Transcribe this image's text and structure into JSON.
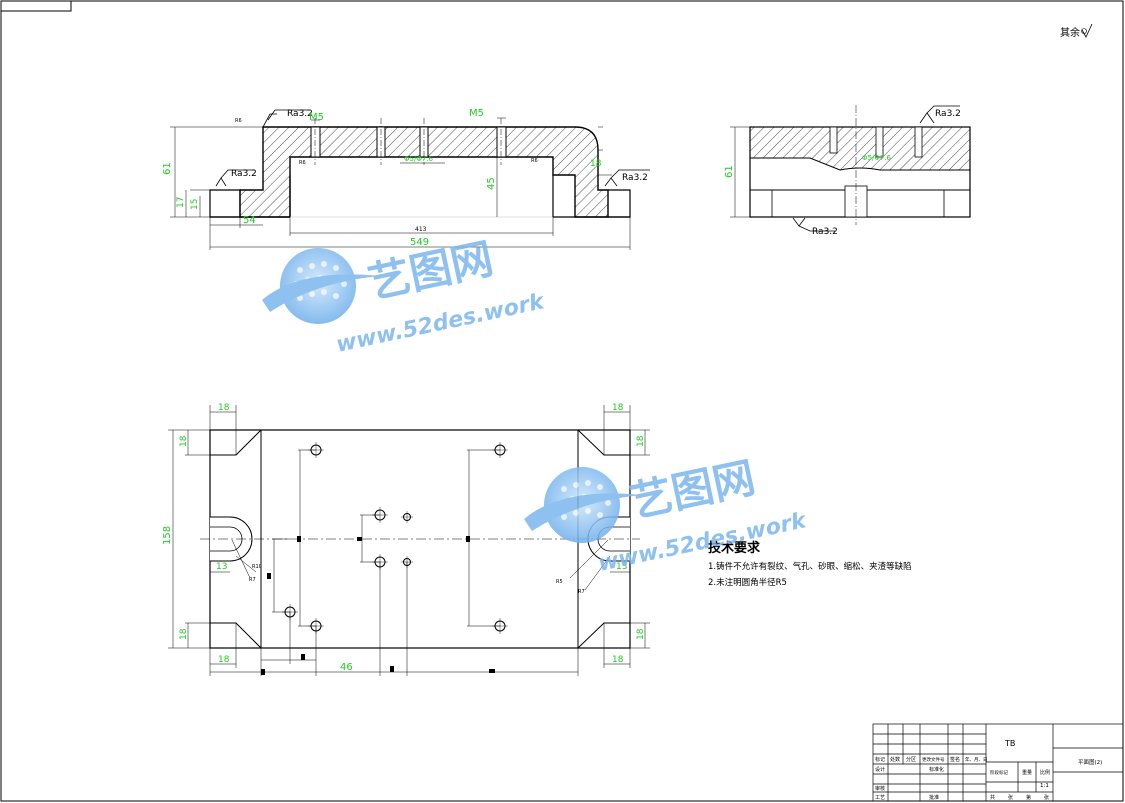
{
  "surface_note": "其余",
  "tech_req": {
    "title": "技术要求",
    "items": [
      "1.铸件不允许有裂纹、气孔、砂眼、缩松、夹渣等缺陷",
      "2.未注明圆角半径R5"
    ]
  },
  "watermarks": [
    {
      "brand": "艺图网",
      "url": "www.52des.work"
    },
    {
      "brand": "艺图网",
      "url": "www.52des.work"
    }
  ],
  "front_view": {
    "ra_labels": [
      "Ra3.2",
      "Ra3.2",
      "Ra3.2"
    ],
    "dims": {
      "height_total": "61",
      "h17": "17",
      "h15": "15",
      "left_step": "54",
      "inner_width": "413",
      "total_width": "549",
      "inner_height": "45",
      "right_lip": "18",
      "thread_left": "M5",
      "thread_right": "M5",
      "bore": "Φ5/Φ7.6"
    },
    "radius_labels": [
      "R6",
      "R6",
      "R6"
    ]
  },
  "side_view": {
    "ra_labels": [
      "Ra3.2",
      "Ra3.2"
    ],
    "dims": {
      "height": "61",
      "bore": "Φ5/Φ7.6"
    }
  },
  "top_view": {
    "dims": {
      "total_height": "158",
      "corner_tl_w": "18",
      "corner_tl_h": "18",
      "corner_tr_w": "18",
      "corner_tr_h": "18",
      "corner_bl_w": "18",
      "corner_bl_h": "18",
      "corner_br_w": "18",
      "corner_br_h": "18",
      "slot_left": "13",
      "slot_right": "13",
      "span_mid": "46"
    },
    "radius_labels": [
      "R10",
      "R7",
      "R5",
      "R7"
    ]
  },
  "title_block": {
    "code": "TB",
    "part_name": "平面图(2)",
    "scale": "1:1",
    "row_labels": [
      "标记",
      "处数",
      "分区",
      "更改文件号",
      "签名",
      "年、月、日"
    ],
    "side_labels": [
      "设计",
      "审核",
      "工艺"
    ],
    "middle_labels": [
      "标准化",
      "批准"
    ],
    "stage_labels": [
      "阶段标记",
      "重量",
      "比例"
    ],
    "sheet_labels": [
      "共",
      "张",
      "第",
      "张"
    ]
  }
}
